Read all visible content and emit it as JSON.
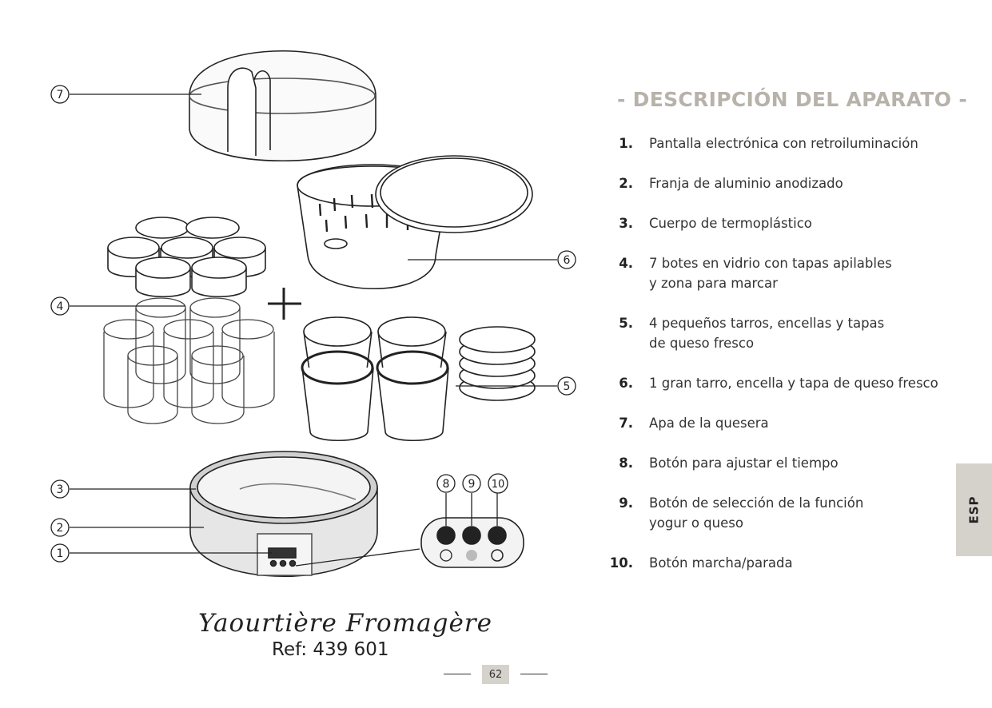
{
  "section_title": "- DESCRIPCIÓN DEL APARATO -",
  "items": [
    {
      "num": "1.",
      "lines": [
        "Pantalla electrónica con retroiluminación"
      ]
    },
    {
      "num": "2.",
      "lines": [
        "Franja de aluminio anodizado"
      ]
    },
    {
      "num": "3.",
      "lines": [
        "Cuerpo de termoplástico"
      ]
    },
    {
      "num": "4.",
      "lines": [
        "7 botes en vidrio con tapas apilables",
        "y zona para marcar"
      ]
    },
    {
      "num": "5.",
      "lines": [
        "4 pequeños tarros, encellas y tapas",
        "de queso fresco"
      ]
    },
    {
      "num": "6.",
      "lines": [
        "1 gran tarro, encella y tapa de queso fresco"
      ]
    },
    {
      "num": "7.",
      "lines": [
        "Apa de la quesera"
      ]
    },
    {
      "num": "8.",
      "lines": [
        "Botón para ajustar el tiempo"
      ]
    },
    {
      "num": "9.",
      "lines": [
        "Botón de selección de la función",
        "yogur o queso"
      ]
    },
    {
      "num": "10.",
      "lines": [
        "Botón marcha/parada"
      ]
    }
  ],
  "callouts": [
    "1",
    "2",
    "3",
    "4",
    "5",
    "6",
    "7",
    "8",
    "9",
    "10"
  ],
  "language_tab": "ESP",
  "product_name": "Yaourtière Fromagère",
  "reference": "Ref: 439 601",
  "page_number": "62",
  "colors": {
    "title": "#b7b2aa",
    "tab": "#d5d2cc"
  }
}
